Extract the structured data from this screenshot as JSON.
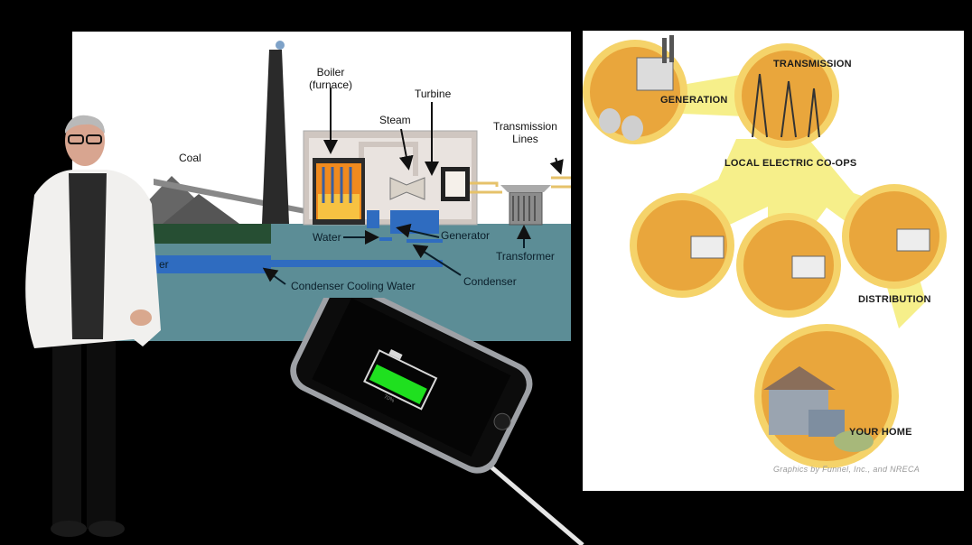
{
  "plant_diagram": {
    "labels": {
      "boiler": "Boiler\n(furnace)",
      "turbine": "Turbine",
      "steam": "Steam",
      "transmission_lines": "Transmission\nLines",
      "coal": "Coal",
      "water": "Water",
      "generator": "Generator",
      "transformer": "Transformer",
      "condenser": "Condenser",
      "condenser_cooling_water": "Condenser Cooling Water",
      "partial_left": "er"
    }
  },
  "distribution_diagram": {
    "labels": {
      "generation": "GENERATION",
      "transmission": "TRANSMISSION",
      "local_coops": "LOCAL ELECTRIC CO-OPS",
      "distribution": "DISTRIBUTION",
      "your_home": "YOUR HOME"
    },
    "credit": "Graphics by Funnel, Inc., and NRECA"
  },
  "phone": {
    "battery_percent": 70,
    "battery_text": "70%"
  },
  "colors": {
    "sea": "#5c8d96",
    "circle_yellow": "#f5d36a",
    "circle_orange": "#e9a63c",
    "arrow_yellow": "#f6ef8a",
    "battery_green": "#1fe01f"
  }
}
